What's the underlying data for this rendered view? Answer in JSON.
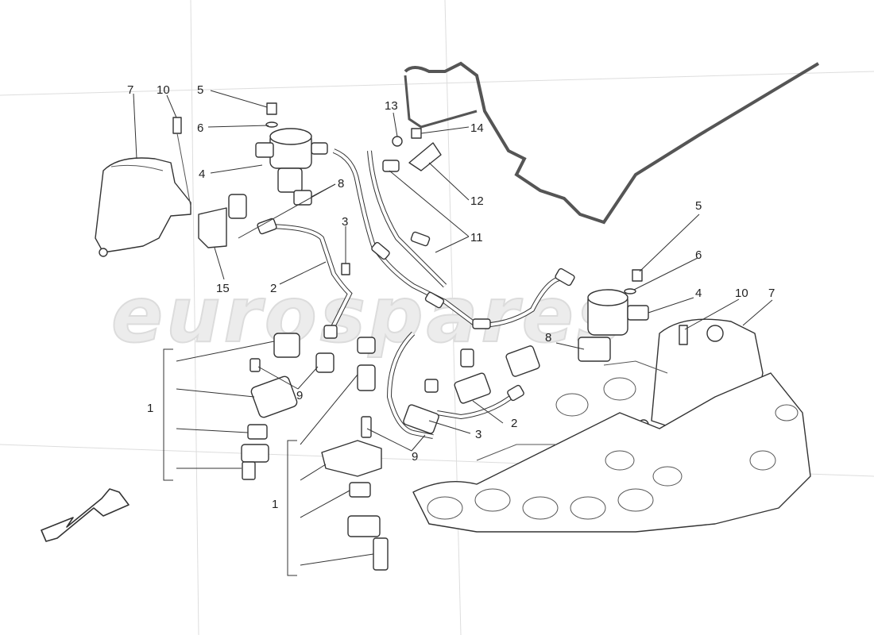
{
  "watermark": "eurospares",
  "callouts": [
    {
      "id": "c7a",
      "text": "7"
    },
    {
      "id": "c10a",
      "text": "10"
    },
    {
      "id": "c5a",
      "text": "5"
    },
    {
      "id": "c6a",
      "text": "6"
    },
    {
      "id": "c4a",
      "text": "4"
    },
    {
      "id": "c8a",
      "text": "8"
    },
    {
      "id": "c3a",
      "text": "3"
    },
    {
      "id": "c2a",
      "text": "2"
    },
    {
      "id": "c15",
      "text": "15"
    },
    {
      "id": "c13",
      "text": "13"
    },
    {
      "id": "c14",
      "text": "14"
    },
    {
      "id": "c12",
      "text": "12"
    },
    {
      "id": "c11",
      "text": "11"
    },
    {
      "id": "c5b",
      "text": "5"
    },
    {
      "id": "c6b",
      "text": "6"
    },
    {
      "id": "c4b",
      "text": "4"
    },
    {
      "id": "c10b",
      "text": "10"
    },
    {
      "id": "c7b",
      "text": "7"
    },
    {
      "id": "c8b",
      "text": "8"
    },
    {
      "id": "c1a",
      "text": "1"
    },
    {
      "id": "c9a",
      "text": "9"
    },
    {
      "id": "c2b",
      "text": "2"
    },
    {
      "id": "c3b",
      "text": "3"
    },
    {
      "id": "c9b",
      "text": "9"
    },
    {
      "id": "c1b",
      "text": "1"
    }
  ],
  "direction_arrow": "arrow-down-left-icon"
}
